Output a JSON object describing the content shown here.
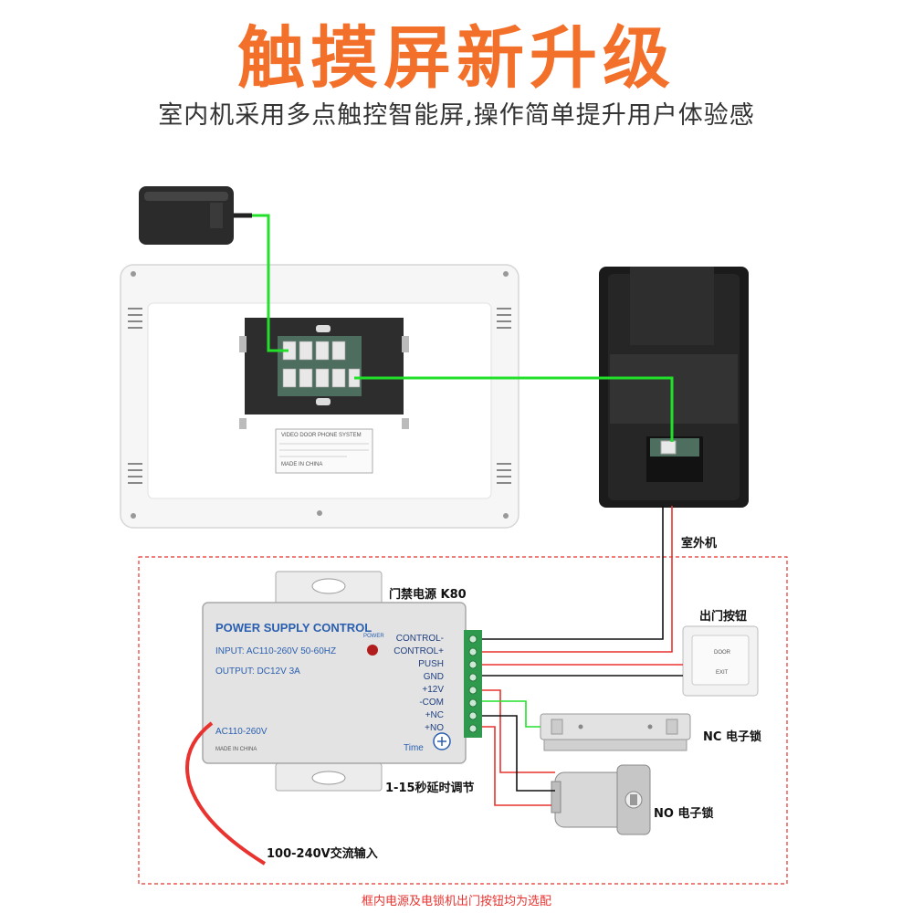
{
  "header": {
    "title": "触摸屏新升级",
    "subtitle": "室内机采用多点触控智能屏,操作简单提升用户体验感"
  },
  "labels": {
    "outdoor_unit": "室外机",
    "psu_name": "门禁电源 K80",
    "exit_button": "出门按钮",
    "nc_lock": "NC 电子锁",
    "no_lock": "NO 电子锁",
    "delay": "1-15秒延时调节",
    "ac_input": "100-240V交流输入",
    "footnote": "框内电源及电锁机出门按钮均为选配"
  },
  "psu": {
    "brand": "POWER SUPPLY CONTROL",
    "input": "INPUT: AC110-260V 50-60HZ",
    "output": "OUTPUT: DC12V  3A",
    "ac_range": "AC110-260V",
    "made_in": "MADE IN CHINA",
    "power_led": "POWER",
    "time_knob": "Time",
    "terminals": [
      "CONTROL-",
      "CONTROL+",
      "PUSH",
      "GND",
      "+12V",
      "-COM",
      "+NC",
      "+NO"
    ]
  },
  "indoor_unit": {
    "sticker_title": "VIDEO DOOR PHONE SYSTEM",
    "sticker_made": "MADE IN CHINA"
  },
  "exit_button_device": {
    "line1": "DOOR",
    "line2": "EXIT"
  },
  "colors": {
    "title": "#f2702a",
    "wire_green": "#22e02a",
    "wire_red": "#e8332f",
    "wire_black": "#111111",
    "dashed_box": "#e8332f",
    "terminal_block": "#2f9a4e"
  }
}
